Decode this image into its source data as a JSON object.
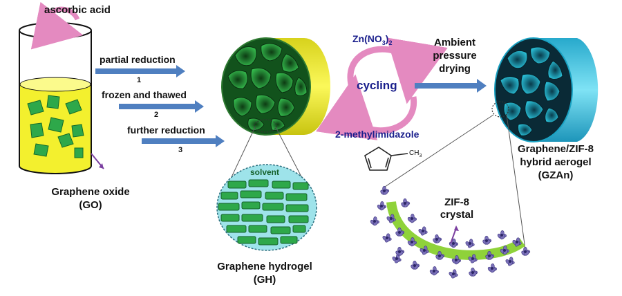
{
  "reagents": {
    "ascorbic_acid": "ascorbic acid",
    "zinc_nitrate": "Zn(NO",
    "zinc_nitrate_sub": "3",
    "zinc_nitrate_close": ")",
    "zinc_nitrate_sub2": "2",
    "methylimidazole": "2-methylimidazole",
    "ch3": "CH",
    "ch3_sub": "3"
  },
  "steps": [
    {
      "label": "partial reduction",
      "number": "1"
    },
    {
      "label": "frozen and thawed",
      "number": "2"
    },
    {
      "label": "further reduction",
      "number": "3"
    }
  ],
  "cycling": "cycling",
  "drying": {
    "line1": "Ambient",
    "line2": "pressure",
    "line3": "drying"
  },
  "graphene_oxide": {
    "line1": "Graphene oxide",
    "line2": "(GO)"
  },
  "hydrogel": {
    "line1": "Graphene hydrogel",
    "line2": "(GH)",
    "solvent": "solvent"
  },
  "aerogel": {
    "line1": "Graphene/ZIF-8",
    "line2": "hybrid aerogel",
    "line3": "(GZAn)"
  },
  "zif_crystal": {
    "line1": "ZIF-8",
    "line2": "crystal"
  },
  "colors": {
    "process_arrow": "#4f7fc0",
    "cycle_arrow": "#e48ac0",
    "hydrogel_outer": "#f2ef2a",
    "aerogel_outer": "#38c4e4",
    "graphene_green": "#2aa84a",
    "dark_green": "#0f4a18",
    "zif_purple": "#7a70b8",
    "ring_green": "#8fd23a",
    "label_blue": "#1a1f8c"
  }
}
